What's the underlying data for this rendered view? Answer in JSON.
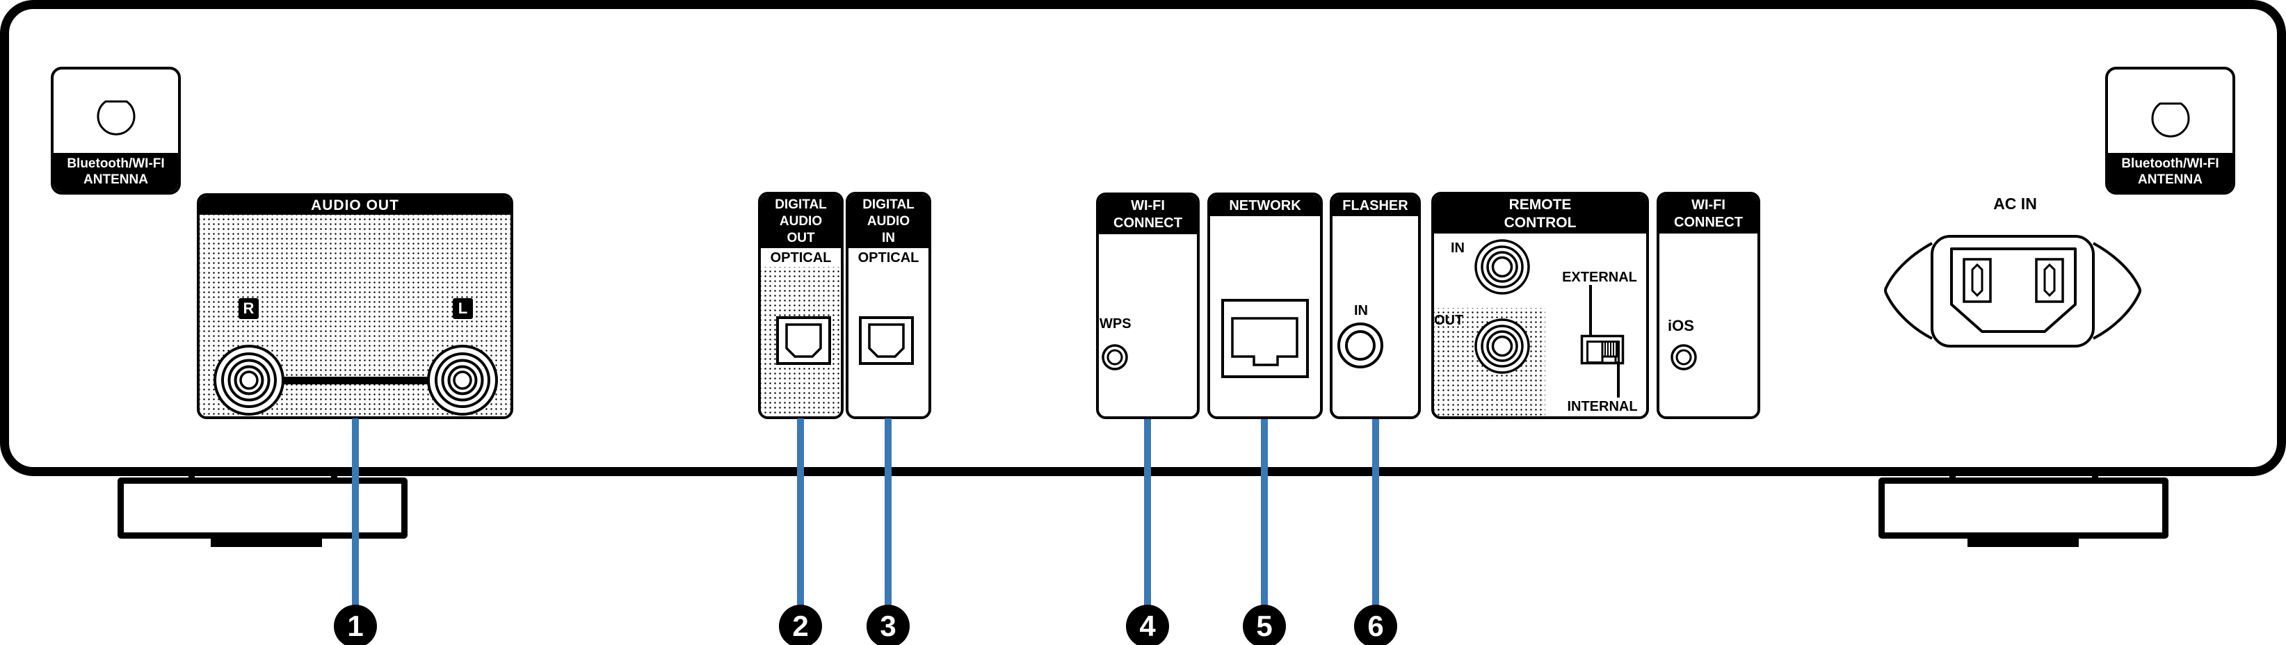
{
  "colors": {
    "callout_line": "#3B79B5",
    "panel_ink": "#000000"
  },
  "panel": {
    "antenna_left": {
      "label_line1": "Bluetooth/WI-FI",
      "label_line2": "ANTENNA"
    },
    "antenna_right": {
      "label_line1": "Bluetooth/WI-FI",
      "label_line2": "ANTENNA"
    },
    "audio_out": {
      "title": "AUDIO OUT",
      "jack_right": "R",
      "jack_left": "L"
    },
    "digital_audio_out": {
      "line1": "DIGITAL",
      "line2": "AUDIO",
      "line3": "OUT",
      "type": "OPTICAL"
    },
    "digital_audio_in": {
      "line1": "DIGITAL",
      "line2": "AUDIO",
      "line3": "IN",
      "type": "OPTICAL"
    },
    "wifi_connect_wps": {
      "line1": "WI-FI",
      "line2": "CONNECT",
      "button": "WPS"
    },
    "network": {
      "title": "NETWORK"
    },
    "flasher": {
      "title": "FLASHER",
      "jack": "IN"
    },
    "remote_control": {
      "line1": "REMOTE",
      "line2": "CONTROL",
      "jack_in": "IN",
      "jack_out": "OUT",
      "switch_up": "EXTERNAL",
      "switch_down": "INTERNAL"
    },
    "wifi_connect_ios": {
      "line1": "WI-FI",
      "line2": "CONNECT",
      "button": "iOS"
    },
    "ac_in": {
      "label": "AC IN"
    }
  },
  "callouts": [
    {
      "number": "1"
    },
    {
      "number": "2"
    },
    {
      "number": "3"
    },
    {
      "number": "4"
    },
    {
      "number": "5"
    },
    {
      "number": "6"
    }
  ]
}
